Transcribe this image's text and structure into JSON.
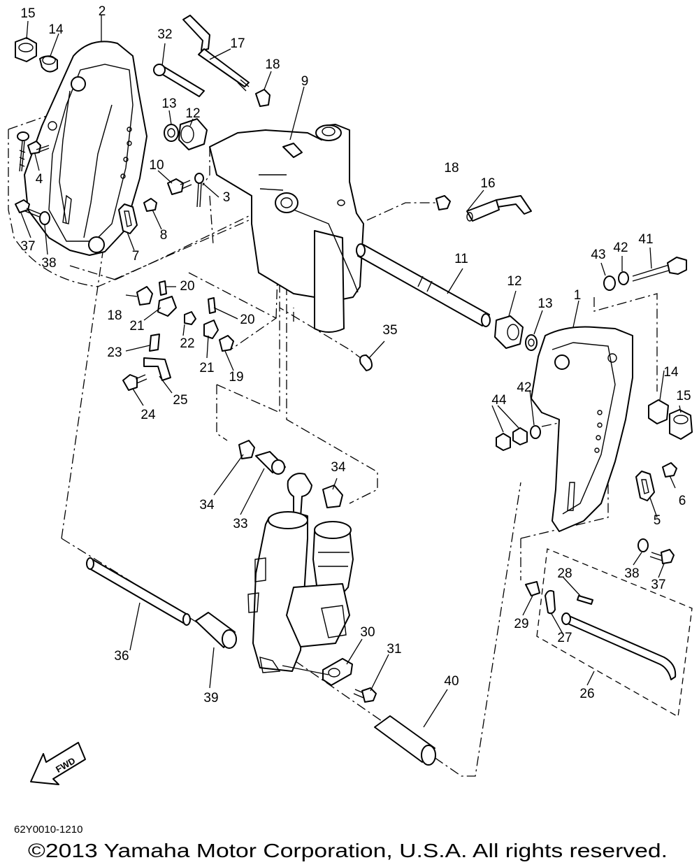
{
  "diagram": {
    "code": "62Y0010-1210",
    "copyright": "©2013 Yamaha Motor Corporation, U.S.A. All rights reserved.",
    "fwd_label": "FWD",
    "callouts": [
      {
        "label": "15"
      },
      {
        "label": "14"
      },
      {
        "label": "2"
      },
      {
        "label": "32"
      },
      {
        "label": "17"
      },
      {
        "label": "18"
      },
      {
        "label": "9"
      },
      {
        "label": "13"
      },
      {
        "label": "12"
      },
      {
        "label": "4"
      },
      {
        "label": "10"
      },
      {
        "label": "3"
      },
      {
        "label": "8"
      },
      {
        "label": "37"
      },
      {
        "label": "38"
      },
      {
        "label": "7"
      },
      {
        "label": "18"
      },
      {
        "label": "16"
      },
      {
        "label": "11"
      },
      {
        "label": "12"
      },
      {
        "label": "13"
      },
      {
        "label": "43"
      },
      {
        "label": "42"
      },
      {
        "label": "41"
      },
      {
        "label": "1"
      },
      {
        "label": "20"
      },
      {
        "label": "18"
      },
      {
        "label": "21"
      },
      {
        "label": "20"
      },
      {
        "label": "22"
      },
      {
        "label": "23"
      },
      {
        "label": "21"
      },
      {
        "label": "19"
      },
      {
        "label": "35"
      },
      {
        "label": "25"
      },
      {
        "label": "24"
      },
      {
        "label": "14"
      },
      {
        "label": "15"
      },
      {
        "label": "44"
      },
      {
        "label": "42"
      },
      {
        "label": "34"
      },
      {
        "label": "34"
      },
      {
        "label": "33"
      },
      {
        "label": "6"
      },
      {
        "label": "5"
      },
      {
        "label": "38"
      },
      {
        "label": "37"
      },
      {
        "label": "28"
      },
      {
        "label": "29"
      },
      {
        "label": "27"
      },
      {
        "label": "36"
      },
      {
        "label": "30"
      },
      {
        "label": "31"
      },
      {
        "label": "39"
      },
      {
        "label": "40"
      },
      {
        "label": "26"
      }
    ]
  }
}
